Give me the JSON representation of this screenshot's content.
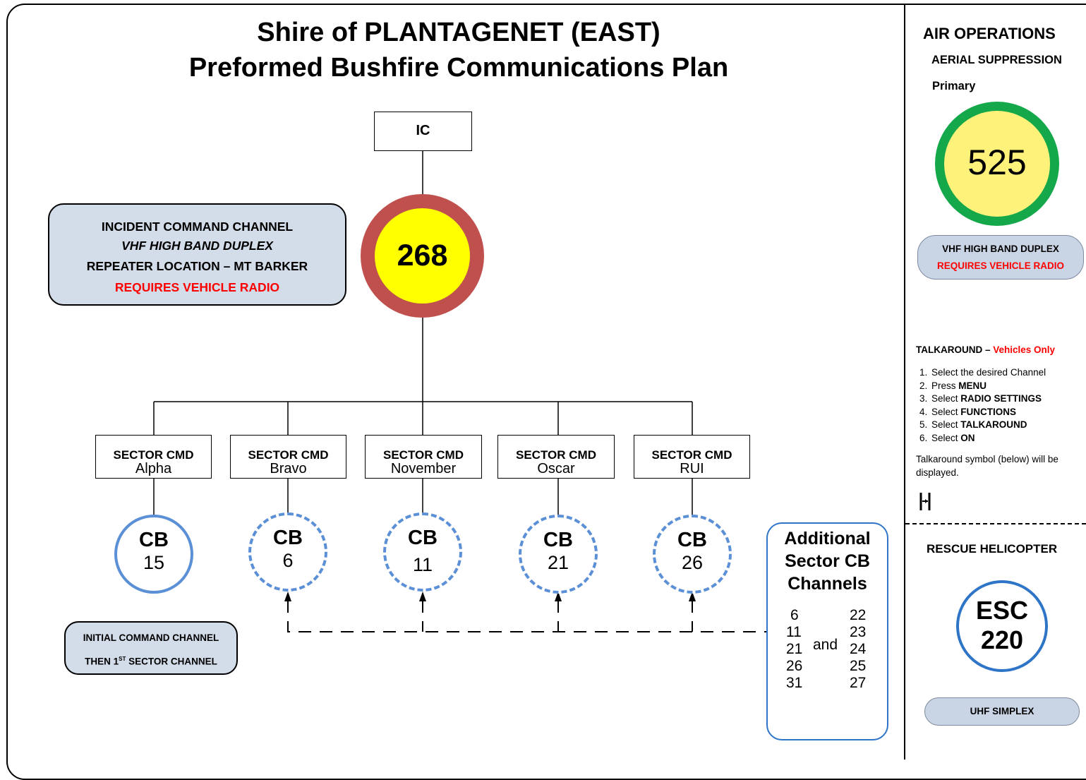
{
  "header": {
    "title_line1": "Shire of PLANTAGENET (EAST)",
    "title_line2": "Preformed Bushfire Communications Plan"
  },
  "ic": {
    "label": "IC"
  },
  "incident_channel": {
    "channel": "268",
    "line1": "INCIDENT COMMAND CHANNEL",
    "line2": "VHF HIGH BAND DUPLEX",
    "line3": "REPEATER LOCATION – MT BARKER",
    "line4": "REQUIRES VEHICLE RADIO"
  },
  "sectors": [
    {
      "head": "SECTOR CMD",
      "name": "Alpha",
      "cb_label": "CB",
      "cb_channel": "15"
    },
    {
      "head": "SECTOR CMD",
      "name": "Bravo",
      "cb_label": "CB",
      "cb_channel": "6"
    },
    {
      "head": "SECTOR CMD",
      "name": "November",
      "cb_label": "CB",
      "cb_channel": "11"
    },
    {
      "head": "SECTOR CMD",
      "name": "Oscar",
      "cb_label": "CB",
      "cb_channel": "21"
    },
    {
      "head": "SECTOR CMD",
      "name": "RUI",
      "cb_label": "CB",
      "cb_channel": "26"
    }
  ],
  "initial_note": {
    "line1": "INITIAL COMMAND CHANNEL",
    "line2_prefix": "THEN 1",
    "line2_sup": "ST",
    "line2_suffix": " SECTOR CHANNEL"
  },
  "additional": {
    "title_line1": "Additional",
    "title_line2": "Sector CB",
    "title_line3": "Channels",
    "left": [
      "6",
      "11",
      "21",
      "26",
      "31"
    ],
    "joiner": "and",
    "right": [
      "22",
      "23",
      "24",
      "25",
      "27"
    ]
  },
  "air_ops": {
    "title": "AIR OPERATIONS",
    "subtitle": "AERIAL SUPPRESSION",
    "primary_label": "Primary",
    "channel": "525",
    "band": "VHF HIGH BAND DUPLEX",
    "requires": "REQUIRES VEHICLE RADIO"
  },
  "talkaround": {
    "title": "TALKAROUND – ",
    "title_red": "Vehicles Only",
    "steps": [
      {
        "pre": "Select the desired Channel",
        "bold": ""
      },
      {
        "pre": "Press ",
        "bold": "MENU"
      },
      {
        "pre": "Select ",
        "bold": "RADIO SETTINGS"
      },
      {
        "pre": "Select ",
        "bold": "FUNCTIONS"
      },
      {
        "pre": "Select ",
        "bold": "TALKAROUND"
      },
      {
        "pre": "Select ",
        "bold": "ON"
      }
    ],
    "note": "Talkaround symbol (below) will be displayed."
  },
  "rescue": {
    "title": "RESCUE HELICOPTER",
    "line1": "ESC",
    "line2": "220",
    "band": "UHF SIMPLEX"
  },
  "colors": {
    "ic_ring": "#c0504d",
    "ic_fill": "#ffff00",
    "air_ring": "#14a84a",
    "air_fill": "#fff27a",
    "cb_ring": "#5b8fd6",
    "pill": "#d3dce9",
    "warning": "#ff0000"
  }
}
